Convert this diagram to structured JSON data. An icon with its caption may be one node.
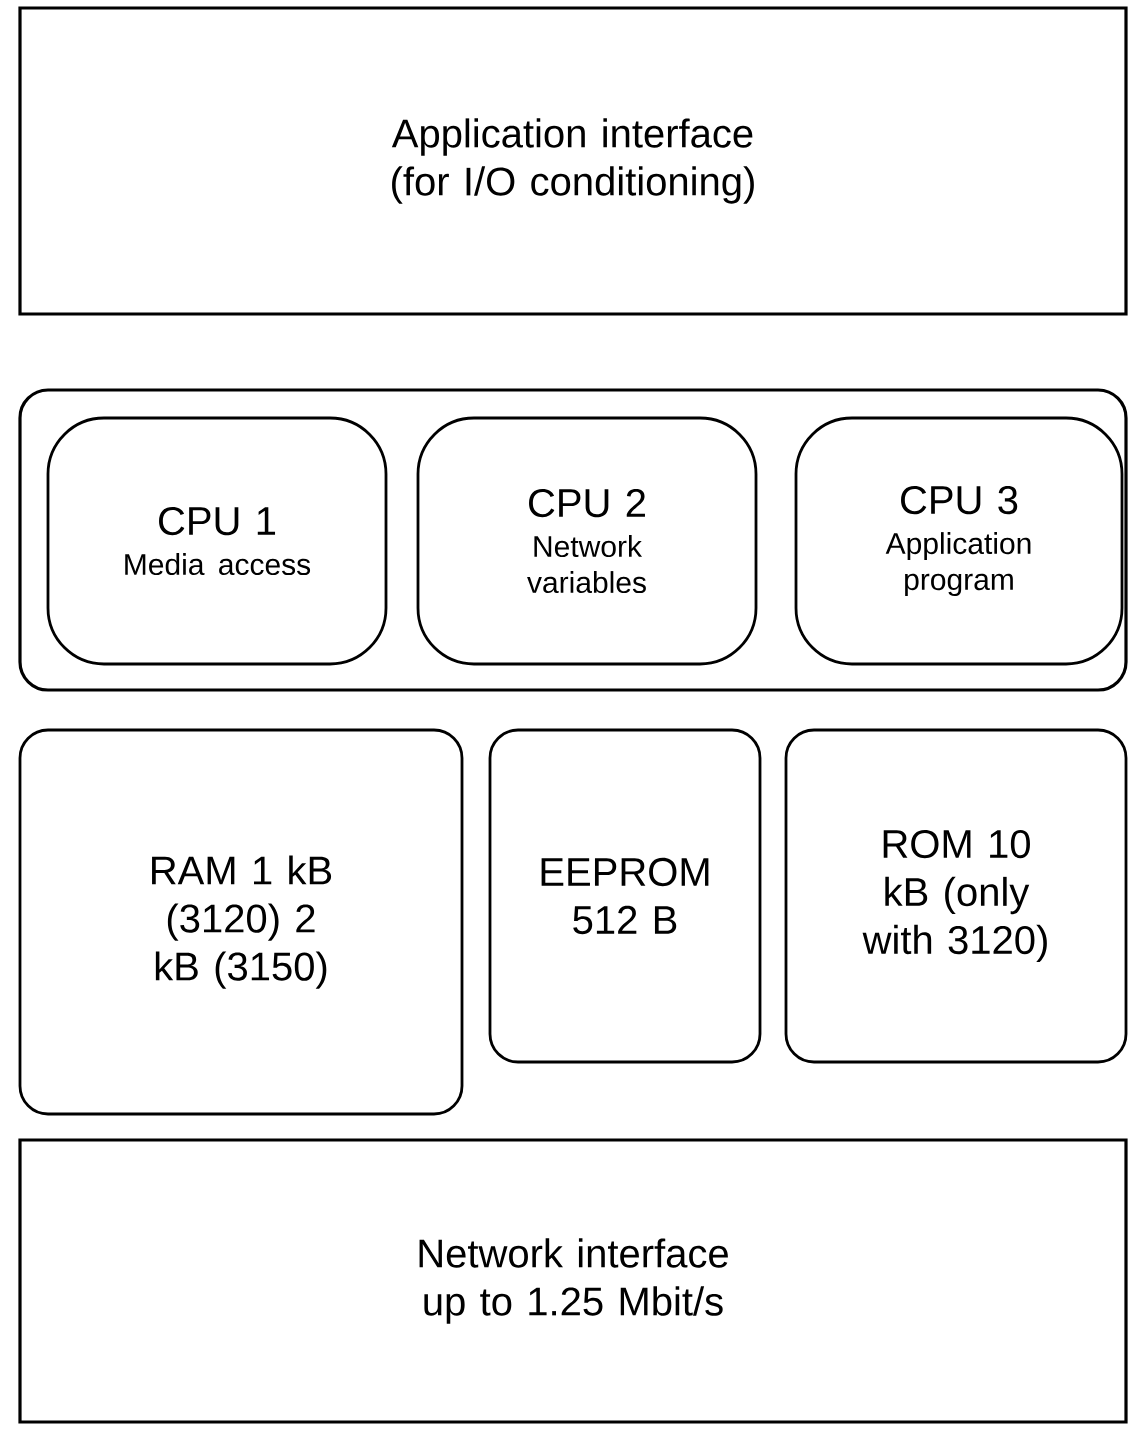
{
  "diagram": {
    "nodes": [
      {
        "text": [
          "Application interface (for I/O conditioning)"
        ]
      },
      {
        "text": [],
        "shape": "box"
      },
      {
        "text": [
          "CPU 1",
          "Media access"
        ],
        "in": 1
      },
      {
        "text": [
          "CPU 2",
          "Network variables"
        ],
        "in": 1
      },
      {
        "text": [
          "CPU 3",
          "Application program"
        ],
        "in": 1
      },
      {
        "text": [
          "RAM 1 kB (3120) 2 kB (3150)"
        ]
      },
      {
        "text": [
          "EEPROM 512 B"
        ]
      },
      {
        "text": [
          "ROM 10 kB (only with 3120)"
        ]
      },
      {
        "text": [
          "Network interface up to 1.25 Mbit/s"
        ]
      }
    ]
  }
}
